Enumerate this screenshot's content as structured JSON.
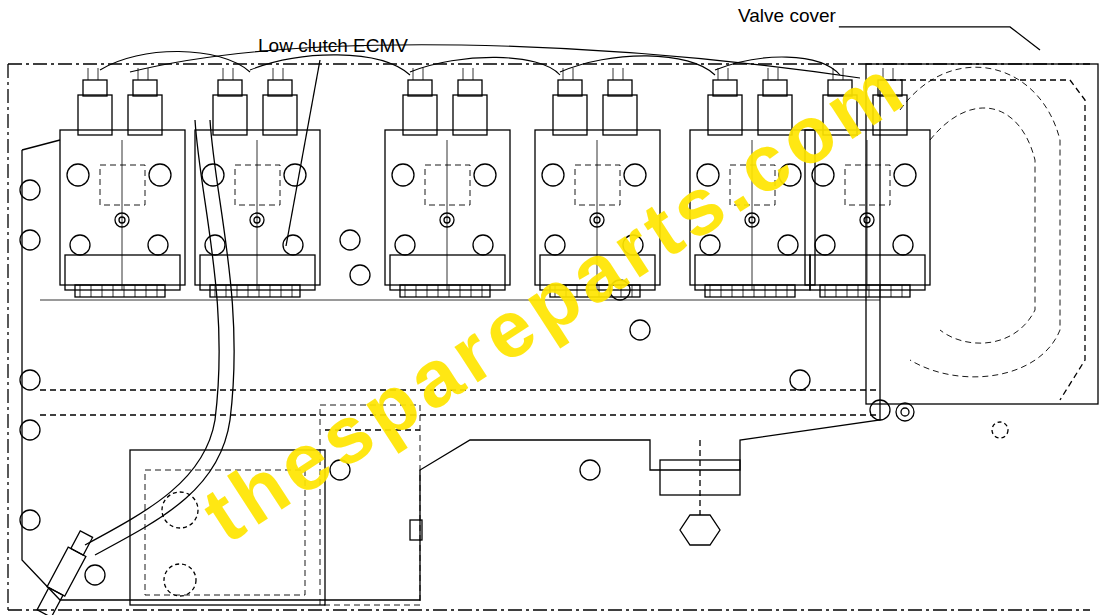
{
  "diagram": {
    "labels": [
      "Low clutch ECMV",
      "Valve cover",
      "thespareparts.com"
    ]
  }
}
